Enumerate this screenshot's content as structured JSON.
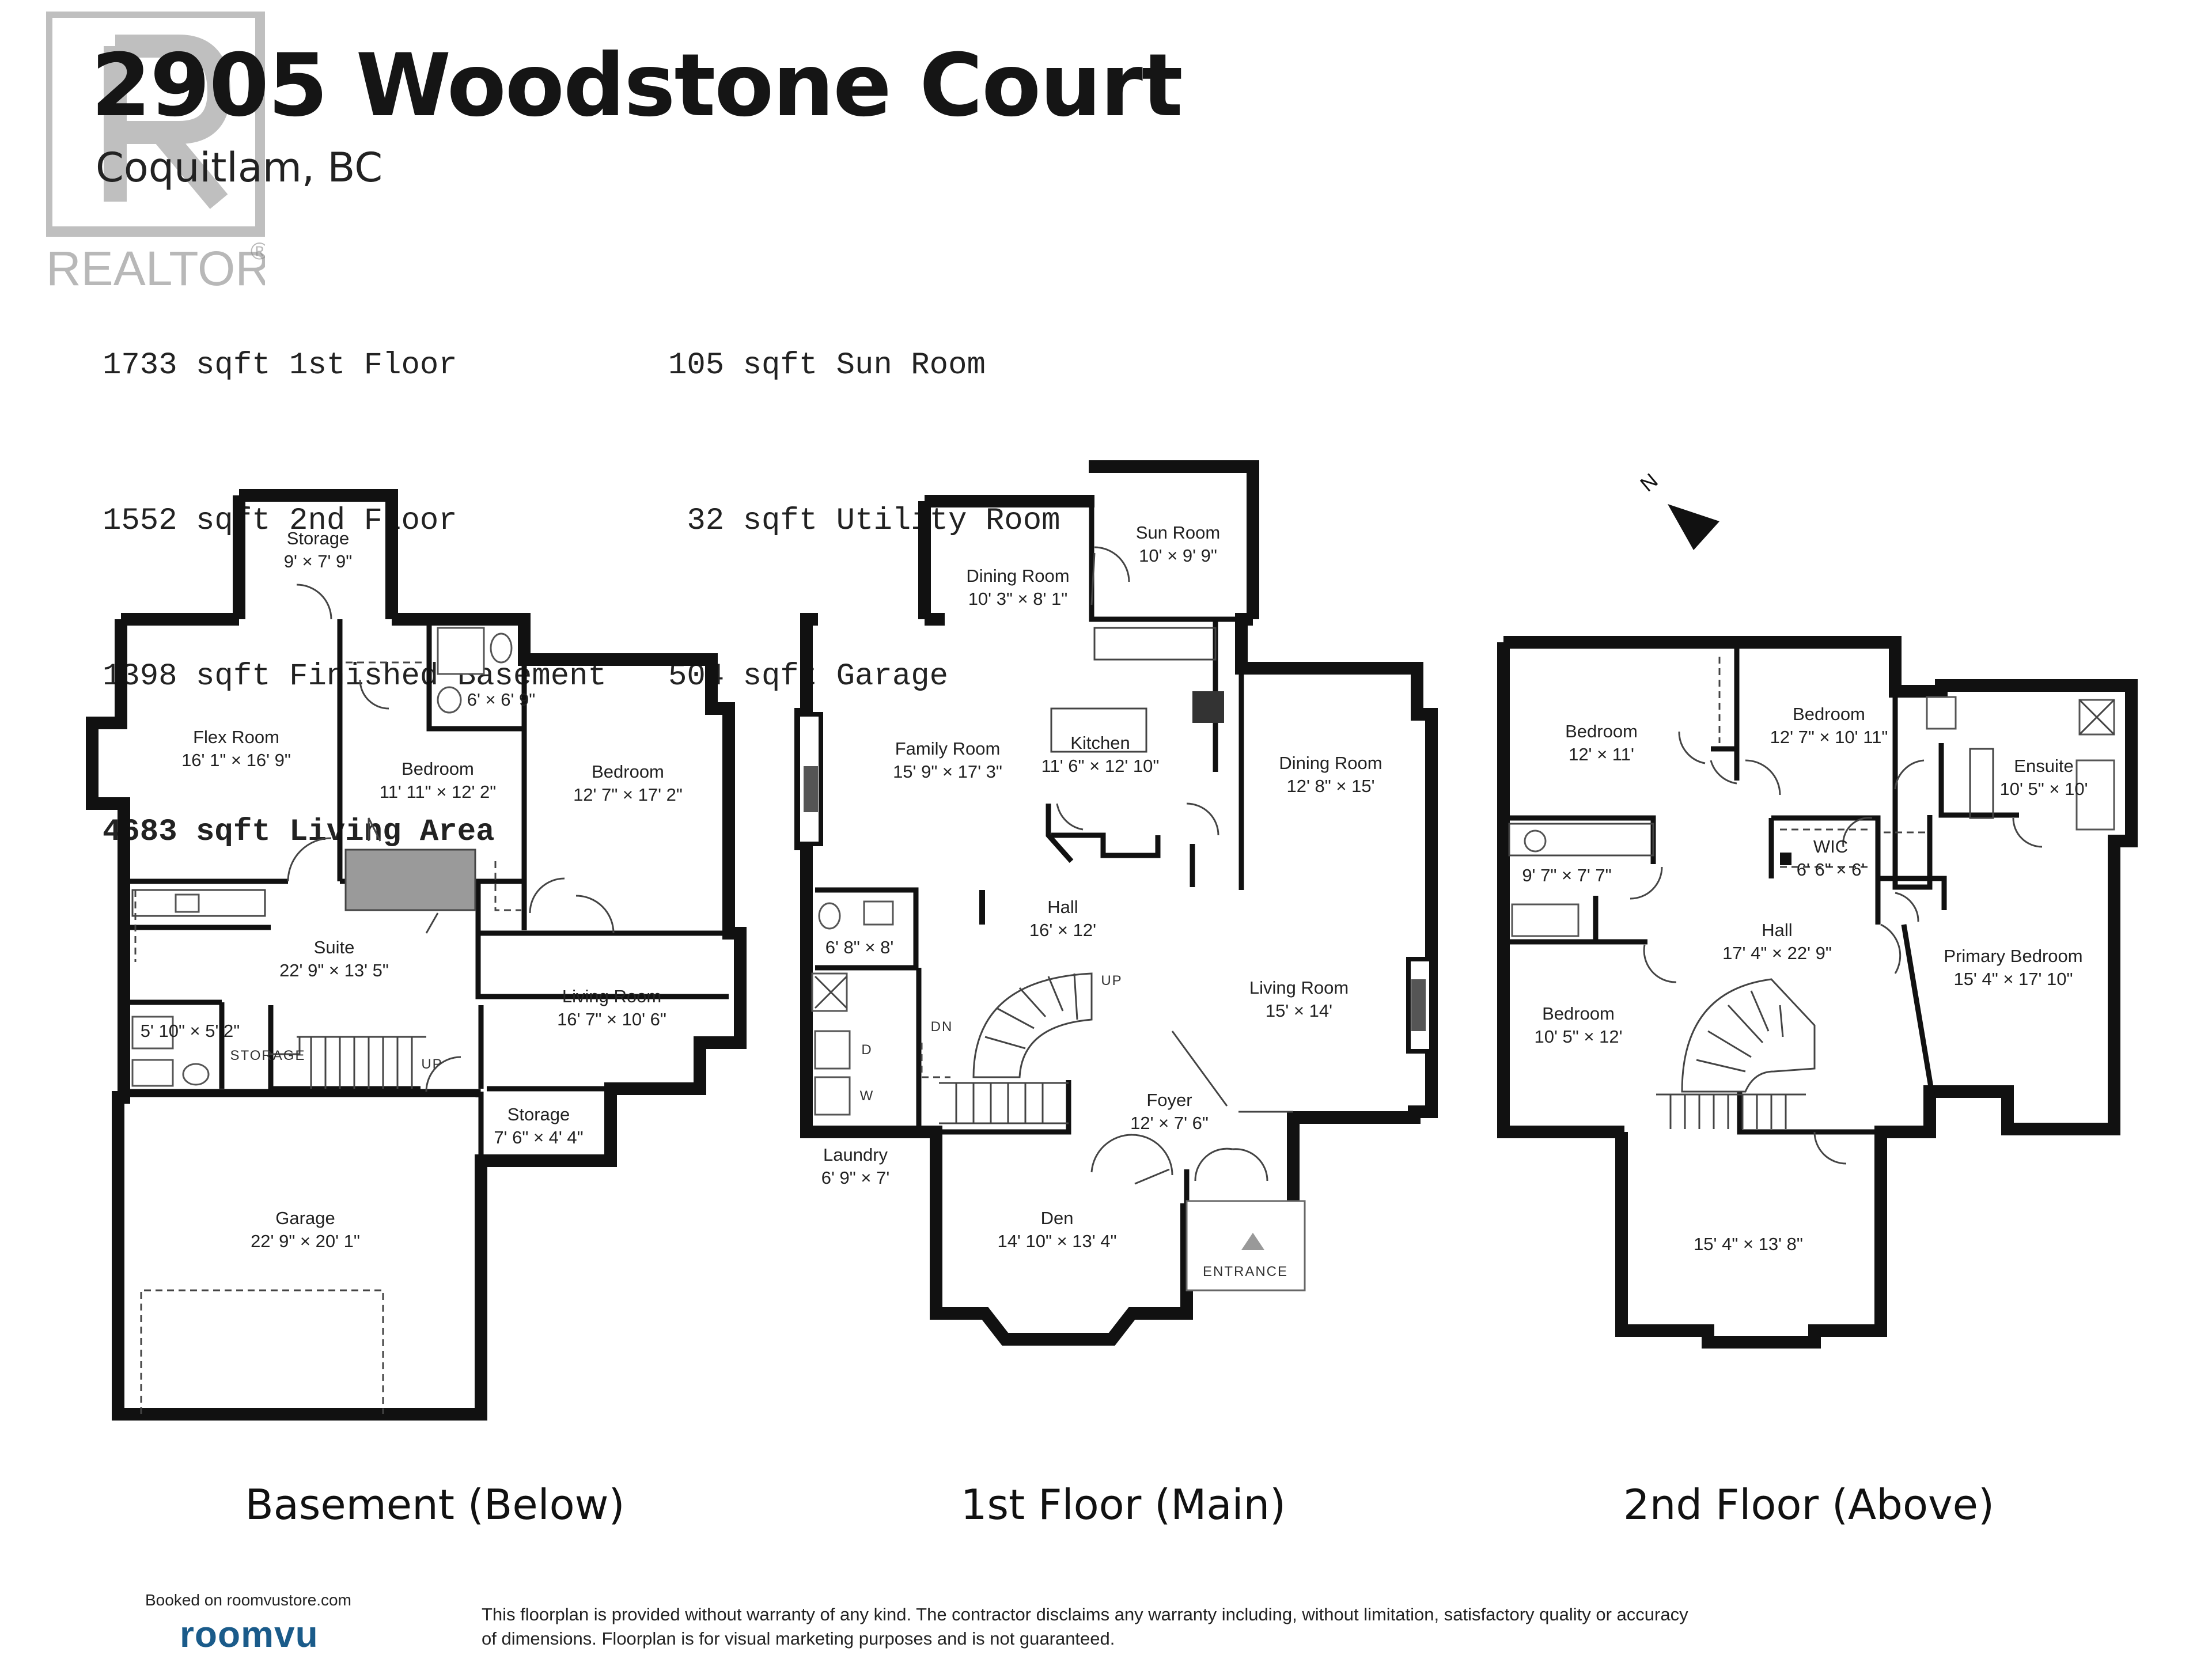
{
  "header": {
    "title": "2905 Woodstone Court",
    "subtitle": "Coquitlam, BC"
  },
  "areas": {
    "left": [
      {
        "text": "1733 sqft 1st Floor",
        "bold": false
      },
      {
        "text": "1552 sqft 2nd Floor",
        "bold": false
      },
      {
        "text": "1398 sqft Finished Basement",
        "bold": false
      },
      {
        "text": "4683 sqft Living Area",
        "bold": true
      }
    ],
    "right": [
      {
        "text": "105 sqft Sun Room"
      },
      {
        "text": " 32 sqft Utility Room"
      },
      {
        "text": "504 sqft Garage"
      }
    ]
  },
  "logo": {
    "realtor_text": "REALTOR",
    "registered": "®"
  },
  "floors": [
    {
      "label": "Basement (Below)"
    },
    {
      "label": "1st Floor (Main)"
    },
    {
      "label": "2nd Floor (Above)"
    }
  ],
  "basement_rooms": [
    {
      "name": "Storage",
      "dims": "9' × 7' 9\""
    },
    {
      "name": "Flex Room",
      "dims": "16' 1\" × 16' 9\""
    },
    {
      "name": "Bedroom",
      "dims": "11' 11\" × 12' 2\""
    },
    {
      "name": "",
      "dims": "6' × 6' 9\""
    },
    {
      "name": "Bedroom",
      "dims": "12' 7\" × 17' 2\""
    },
    {
      "name": "Suite",
      "dims": "22' 9\" × 13' 5\""
    },
    {
      "name": "Living Room",
      "dims": "16' 7\" × 10' 6\""
    },
    {
      "name": "",
      "dims": "5' 10\" × 5' 2\""
    },
    {
      "name": "Storage",
      "dims": "7' 6\" × 4' 4\""
    },
    {
      "name": "Garage",
      "dims": "22' 9\" × 20' 1\""
    }
  ],
  "basement_tags": {
    "storage": "STORAGE",
    "up": "UP"
  },
  "main_rooms": [
    {
      "name": "Sun Room",
      "dims": "10' × 9' 9\""
    },
    {
      "name": "Dining Room",
      "dims": "10' 3\" × 8' 1\""
    },
    {
      "name": "Family Room",
      "dims": "15' 9\" × 17' 3\""
    },
    {
      "name": "Kitchen",
      "dims": "11' 6\" × 12' 10\""
    },
    {
      "name": "Dining Room",
      "dims": "12' 8\" × 15'"
    },
    {
      "name": "Hall",
      "dims": "16' × 12'"
    },
    {
      "name": "",
      "dims": "6' 8\" × 8'"
    },
    {
      "name": "Living Room",
      "dims": "15' × 14'"
    },
    {
      "name": "Foyer",
      "dims": "12' × 7' 6\""
    },
    {
      "name": "Laundry",
      "dims": "6' 9\" × 7'"
    },
    {
      "name": "Den",
      "dims": "14' 10\" × 13' 4\""
    }
  ],
  "main_tags": {
    "up": "UP",
    "dn": "DN",
    "d": "D",
    "w": "W",
    "entrance": "ENTRANCE"
  },
  "upper_rooms": [
    {
      "name": "Bedroom",
      "dims": "12' × 11'"
    },
    {
      "name": "Bedroom",
      "dims": "12' 7\" × 10' 11\""
    },
    {
      "name": "Ensuite",
      "dims": "10' 5\" × 10'"
    },
    {
      "name": "WIC",
      "dims": "6' 6\" × 6'"
    },
    {
      "name": "",
      "dims": "9' 7\" × 7' 7\""
    },
    {
      "name": "Hall",
      "dims": "17' 4\" × 22' 9\""
    },
    {
      "name": "Primary Bedroom",
      "dims": "15' 4\" × 17' 10\""
    },
    {
      "name": "Bedroom",
      "dims": "10' 5\" × 12'"
    },
    {
      "name": "",
      "dims": "15' 4\" × 13' 8\""
    }
  ],
  "compass": {
    "label": "N"
  },
  "footer": {
    "booked": "Booked on roomvustore.com",
    "brand": "roomvu",
    "disclaimer": "This floorplan is provided without warranty of any kind. The contractor disclaims any warranty including, without limitation, satisfactory quality or accuracy of dimensions. Floorplan is for visual marketing purposes and is not guaranteed."
  },
  "colors": {
    "wall": "#111111",
    "text": "#222222",
    "stair_fill": "#9a9a9a",
    "brand": "#1a5b8a",
    "logo_gray": "#888888"
  }
}
